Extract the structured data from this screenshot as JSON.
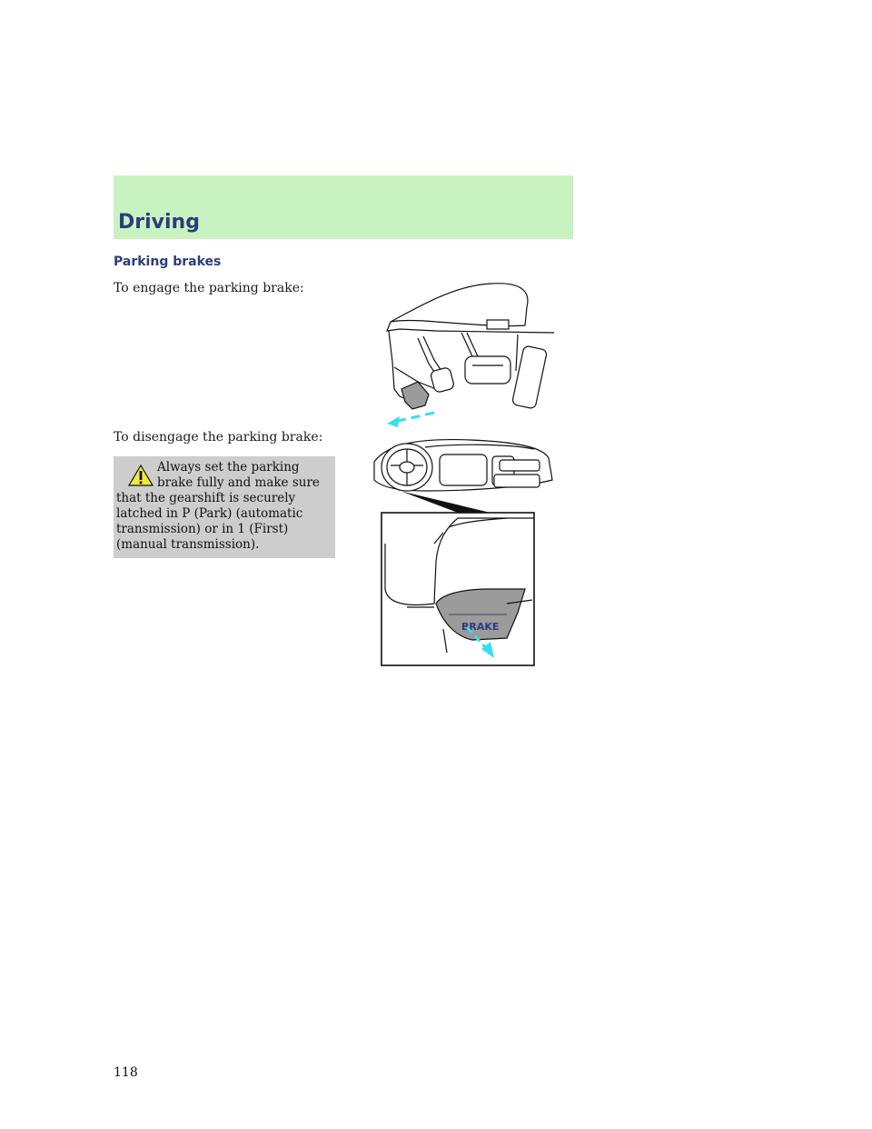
{
  "header": {
    "title": "Driving",
    "band_color": "#c9f2c1",
    "title_color": "#2b3d7a"
  },
  "section": {
    "title": "Parking brakes"
  },
  "instructions": {
    "engage": "To engage the parking brake:",
    "disengage": "To disengage the parking brake:"
  },
  "warning": {
    "icon": "warning-triangle-icon",
    "lines": [
      "Always set the parking",
      "brake fully and make sure",
      "that the gearshift is securely",
      "latched in P (Park) (automatic",
      "transmission) or in 1 (First)",
      "(manual transmission)."
    ],
    "background": "#cdcdcd"
  },
  "figures": {
    "release_label": "BRAKE",
    "arrow_color": "#33e0f0"
  },
  "page": {
    "number": "118"
  }
}
